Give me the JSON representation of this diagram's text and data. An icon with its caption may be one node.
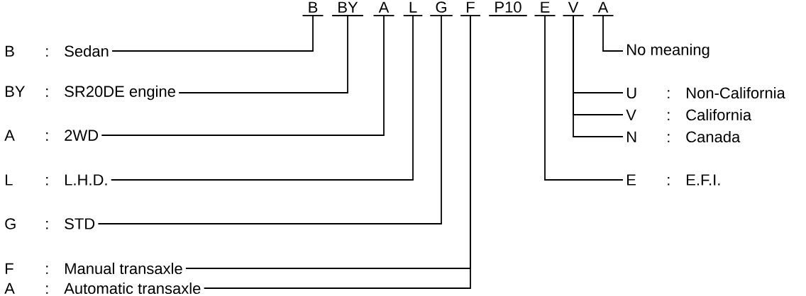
{
  "diagram": {
    "nodes": [
      {
        "text": [
          "B"
        ]
      },
      {
        "text": [
          "BY"
        ]
      },
      {
        "text": [
          "A"
        ]
      },
      {
        "text": [
          "L"
        ]
      },
      {
        "text": [
          "G"
        ]
      },
      {
        "text": [
          "F"
        ]
      },
      {
        "text": [
          "P10"
        ]
      },
      {
        "text": [
          "E"
        ]
      },
      {
        "text": [
          "V"
        ]
      },
      {
        "text": [
          "A"
        ]
      },
      {
        "text": [
          "B",
          ":",
          "Sedan"
        ]
      },
      {
        "text": [
          "BY",
          ":",
          "SR20DE engine"
        ]
      },
      {
        "text": [
          "A",
          ":",
          "2WD"
        ]
      },
      {
        "text": [
          "L",
          ":",
          "L.H.D."
        ]
      },
      {
        "text": [
          "G",
          ":",
          "STD"
        ]
      },
      {
        "text": [
          "F",
          ":",
          "Manual transaxle"
        ]
      },
      {
        "text": [
          "A",
          ":",
          "Automatic transaxle"
        ]
      },
      {
        "text": [
          "No meaning"
        ]
      },
      {
        "text": [
          "U",
          ":",
          "Non-California"
        ]
      },
      {
        "text": [
          "V",
          ":",
          "California"
        ]
      },
      {
        "text": [
          "N",
          ":",
          "Canada"
        ]
      },
      {
        "text": [
          "E",
          ":",
          "E.F.I."
        ]
      }
    ],
    "edges": [
      {
        "from": 0,
        "to": 10,
        "arrow": "none"
      },
      {
        "from": 1,
        "to": 11,
        "arrow": "none"
      },
      {
        "from": 2,
        "to": 12,
        "arrow": "none"
      },
      {
        "from": 3,
        "to": 13,
        "arrow": "none"
      },
      {
        "from": 4,
        "to": 14,
        "arrow": "none"
      },
      {
        "from": 5,
        "to": 15,
        "arrow": "none"
      },
      {
        "from": 5,
        "to": 16,
        "arrow": "none"
      },
      {
        "from": 9,
        "to": 17,
        "arrow": "none"
      },
      {
        "from": 8,
        "to": 18,
        "arrow": "none"
      },
      {
        "from": 8,
        "to": 19,
        "arrow": "none"
      },
      {
        "from": 8,
        "to": 20,
        "arrow": "none"
      },
      {
        "from": 7,
        "to": 21,
        "arrow": "none"
      }
    ]
  }
}
